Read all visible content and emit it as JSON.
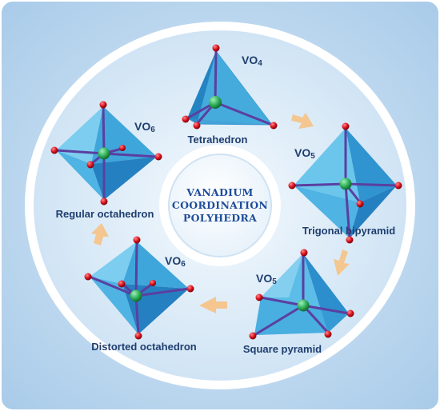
{
  "title_lines": [
    "VANADIUM",
    "COORDINATION",
    "POLYHEDRA"
  ],
  "polyhedra": [
    {
      "label": "Tetrahedron",
      "formula": "VO",
      "subscript": "4"
    },
    {
      "label": "Trigonal bipyramid",
      "formula": "VO",
      "subscript": "5"
    },
    {
      "label": "Square pyramid",
      "formula": "VO",
      "subscript": "5"
    },
    {
      "label": "Distorted octahedron",
      "formula": "VO",
      "subscript": "6"
    },
    {
      "label": "Regular octahedron",
      "formula": "VO",
      "subscript": "6"
    }
  ],
  "colors": {
    "background": "#b9d6ef",
    "ring": "#ffffff",
    "face_light": "#8fd3f0",
    "face_mid": "#4eb4e2",
    "face_dark": "#2a86c6",
    "bond": "#5b3fa0",
    "oxygen": "#d8101c",
    "vanadium": "#33b35a",
    "arrow": "#f5c48a",
    "text": "#1f3e6e"
  }
}
